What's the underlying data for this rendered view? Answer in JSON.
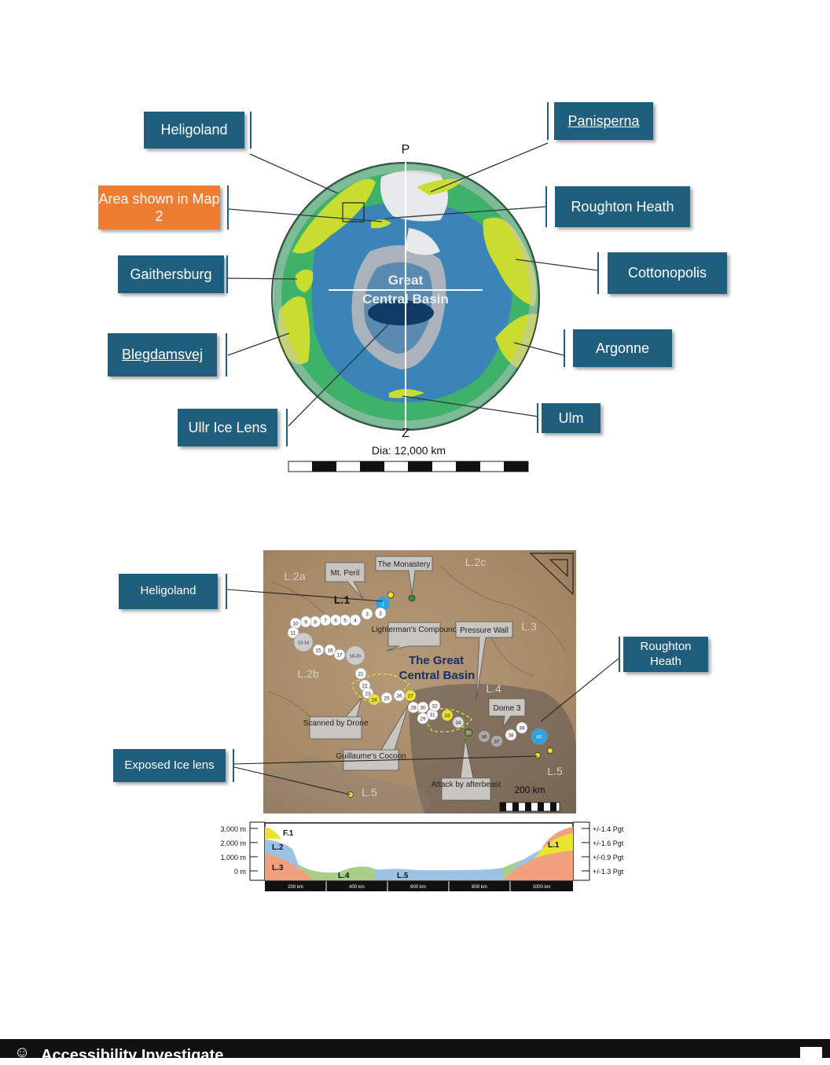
{
  "map1": {
    "labels": {
      "heligoland": "Heligoland",
      "area_map2": "Area shown in Map 2",
      "gaithersburg": "Gaithersburg",
      "blegdamsvej": "Blegdamsvej",
      "ullr": "Ullr Ice Lens",
      "panisperna": "Panisperna",
      "roughton": "Roughton Heath",
      "cottonopolis": "Cottonopolis",
      "argonne": "Argonne",
      "ulm": "Ulm"
    },
    "pole_top": "P",
    "pole_bottom": "Z",
    "basin_line1": "Great",
    "basin_line2": "Central Basin",
    "diameter": "Dia: 12,000 km",
    "colors": {
      "label_bg": "#1f5f7d",
      "highlight_bg": "#ee7d31",
      "ocean": "#3b84b8",
      "land": "#3fb26a",
      "highland": "#c8dd2f"
    }
  },
  "map2": {
    "labels": {
      "heligoland": "Heligoland",
      "roughton": "Roughton Heath",
      "exposed": "Exposed Ice lens"
    },
    "callouts": {
      "mt_peril": "Mt. Peril",
      "monastery": "The Monastery",
      "lighterman": "Lighterman's Compound",
      "pressure": "Pressure Wall",
      "dome3": "Dome 3",
      "scanned": "Scanned by Drone",
      "guillaume": "Guillaume's Cocoon",
      "attack": "Attack by afterbeast"
    },
    "title_line1": "The Great",
    "title_line2": "Central Basin",
    "regions": {
      "l1": "L.1",
      "l2a": "L.2a",
      "l2b": "L.2b",
      "l2c": "L.2c",
      "l3": "L.3",
      "l4": "L.4",
      "l5a": "L.5",
      "l5b": "L.5"
    },
    "waypoints": [
      "1",
      "2",
      "3",
      "4",
      "5",
      "6",
      "7",
      "8",
      "9",
      "10",
      "11",
      "12-14",
      "15",
      "16",
      "17",
      "18-20",
      "21",
      "22",
      "23",
      "24",
      "25",
      "26",
      "27",
      "28",
      "29",
      "30",
      "31",
      "32",
      "33",
      "34",
      "35",
      "36",
      "37",
      "38",
      "39",
      "40"
    ],
    "scale": "200 km"
  },
  "profile": {
    "y_labels": [
      "3,000 m",
      "2,000 m",
      "1,000 m",
      "0 m"
    ],
    "right_labels": [
      "+/-1.4 Pgt",
      "+/-1.6 Pgt",
      "+/-0.9 Pgt",
      "+/-1.3 Pgt"
    ],
    "x_labels": [
      "200 km",
      "400 km",
      "600 km",
      "800 km",
      "1000 km"
    ],
    "layers": {
      "f1": "F.1",
      "l2": "L.2",
      "l3": "L.3",
      "l4": "L.4",
      "l5": "L.5",
      "l1": "L.1"
    }
  },
  "footer": {
    "title": "Accessibility Investigate"
  }
}
